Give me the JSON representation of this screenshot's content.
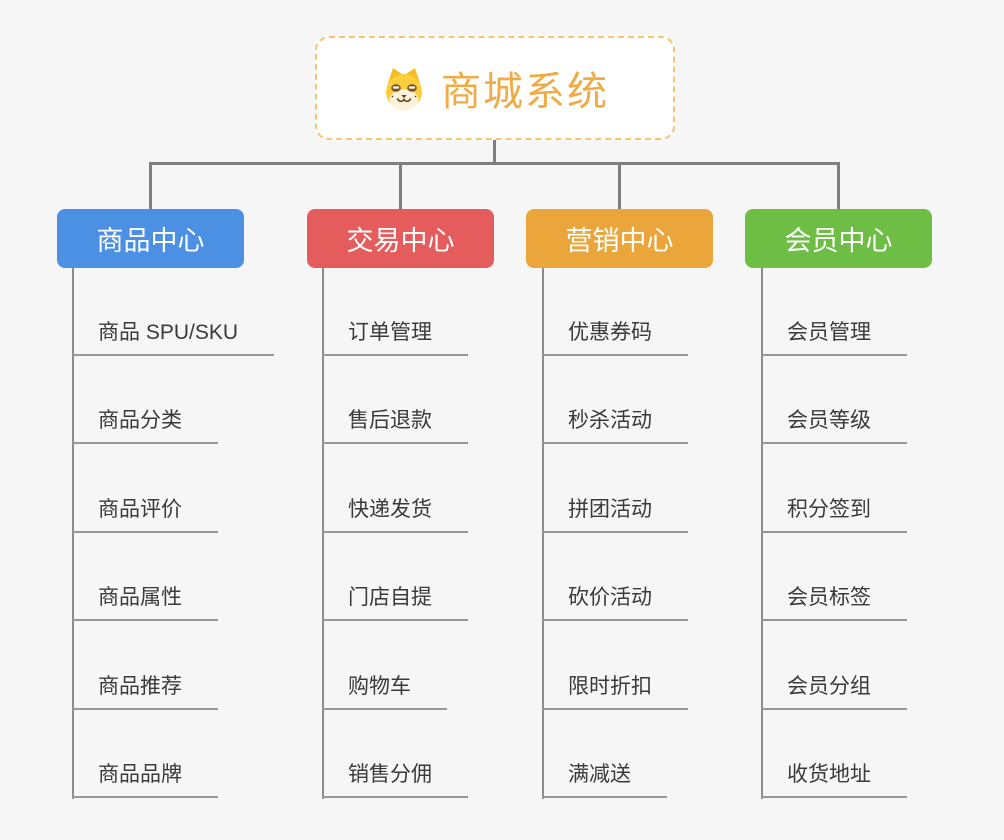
{
  "root": {
    "title": "商城系统",
    "icon": "dog-icon",
    "text_color": "#EFAB45",
    "border_color": "#F6C475"
  },
  "connector_color": "#7f7f7f",
  "item_line_color": "#979797",
  "background_color": "#f6f6f6",
  "branches": [
    {
      "label": "商品中心",
      "color": "#4B90E2",
      "items": [
        "商品 SPU/SKU",
        "商品分类",
        "商品评价",
        "商品属性",
        "商品推荐",
        "商品品牌"
      ]
    },
    {
      "label": "交易中心",
      "color": "#E45C5C",
      "items": [
        "订单管理",
        "售后退款",
        "快递发货",
        "门店自提",
        "购物车",
        "销售分佣"
      ]
    },
    {
      "label": "营销中心",
      "color": "#EBA63B",
      "items": [
        "优惠券码",
        "秒杀活动",
        "拼团活动",
        "砍价活动",
        "限时折扣",
        "满减送"
      ]
    },
    {
      "label": "会员中心",
      "color": "#6EBE45",
      "items": [
        "会员管理",
        "会员等级",
        "积分签到",
        "会员标签",
        "会员分组",
        "收货地址"
      ]
    }
  ]
}
